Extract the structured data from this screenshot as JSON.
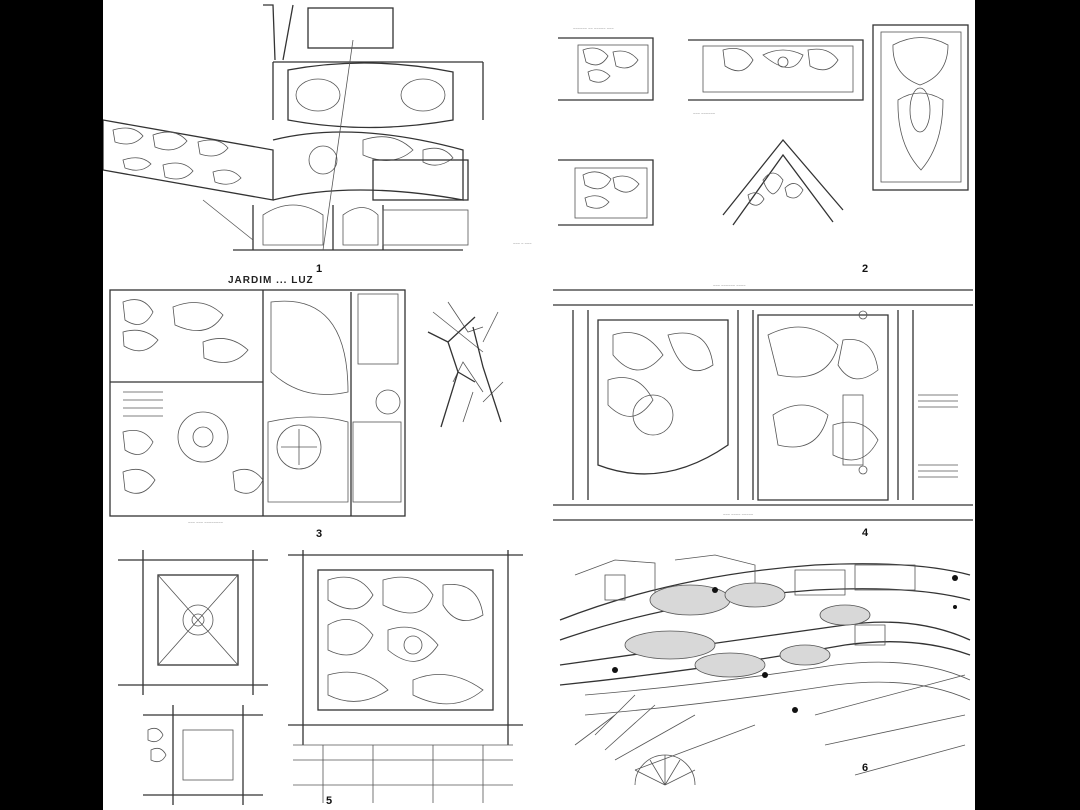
{
  "panels": [
    {
      "id": "1",
      "label": "1"
    },
    {
      "id": "2",
      "label": "2"
    },
    {
      "id": "3",
      "label": "3",
      "title": "JARDIM ... LUZ"
    },
    {
      "id": "4",
      "label": "4"
    },
    {
      "id": "5",
      "label": "5"
    },
    {
      "id": "6",
      "label": "6"
    }
  ],
  "colors": {
    "background": "#000000",
    "sheet": "#ffffff",
    "linework": "#333333",
    "hatch": "#d8d8d8"
  }
}
